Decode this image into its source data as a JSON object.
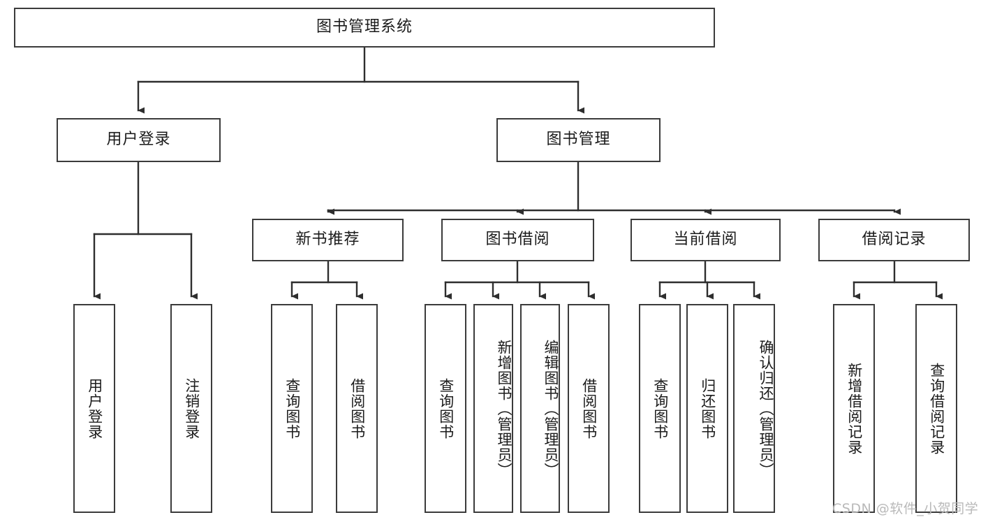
{
  "diagram": {
    "type": "tree-hierarchy",
    "title": "图书管理系统",
    "root": {
      "id": "root",
      "label": "图书管理系统"
    },
    "level1": [
      {
        "id": "user-login",
        "label": "用户登录"
      },
      {
        "id": "book-manage",
        "label": "图书管理"
      }
    ],
    "level2": [
      {
        "id": "new-book-rec",
        "label": "新书推荐",
        "parent": "book-manage"
      },
      {
        "id": "book-borrow",
        "label": "图书借阅",
        "parent": "book-manage"
      },
      {
        "id": "current-borrow",
        "label": "当前借阅",
        "parent": "book-manage"
      },
      {
        "id": "borrow-record",
        "label": "借阅记录",
        "parent": "book-manage"
      }
    ],
    "leaves": [
      {
        "id": "leaf-user-login",
        "label": "用户登录",
        "parent": "user-login"
      },
      {
        "id": "leaf-user-logout",
        "label": "注销登录",
        "parent": "user-login"
      },
      {
        "id": "leaf-rec-query-book",
        "label": "查询图书",
        "parent": "new-book-rec"
      },
      {
        "id": "leaf-rec-borrow-book",
        "label": "借阅图书",
        "parent": "new-book-rec"
      },
      {
        "id": "leaf-borrow-query-book",
        "label": "查询图书",
        "parent": "book-borrow"
      },
      {
        "id": "leaf-borrow-add-book",
        "label": "新增图书（管理员）",
        "parent": "book-borrow"
      },
      {
        "id": "leaf-borrow-edit-book",
        "label": "编辑图书（管理员）",
        "parent": "book-borrow"
      },
      {
        "id": "leaf-borrow-borrow-book",
        "label": "借阅图书",
        "parent": "book-borrow"
      },
      {
        "id": "leaf-current-query-book",
        "label": "查询图书",
        "parent": "current-borrow"
      },
      {
        "id": "leaf-current-return-book",
        "label": "归还图书",
        "parent": "current-borrow"
      },
      {
        "id": "leaf-current-confirm-return",
        "label": "确认归还（管理员）",
        "parent": "current-borrow"
      },
      {
        "id": "leaf-record-add",
        "label": "新增借阅记录",
        "parent": "borrow-record"
      },
      {
        "id": "leaf-record-query",
        "label": "查询借阅记录",
        "parent": "borrow-record"
      }
    ],
    "watermark": "CSDN @软件_小贺同学",
    "colors": {
      "stroke": "#3b3b3b",
      "fill": "#ffffff",
      "text": "#1b1b1b",
      "watermark": "#b9b9b9"
    }
  }
}
